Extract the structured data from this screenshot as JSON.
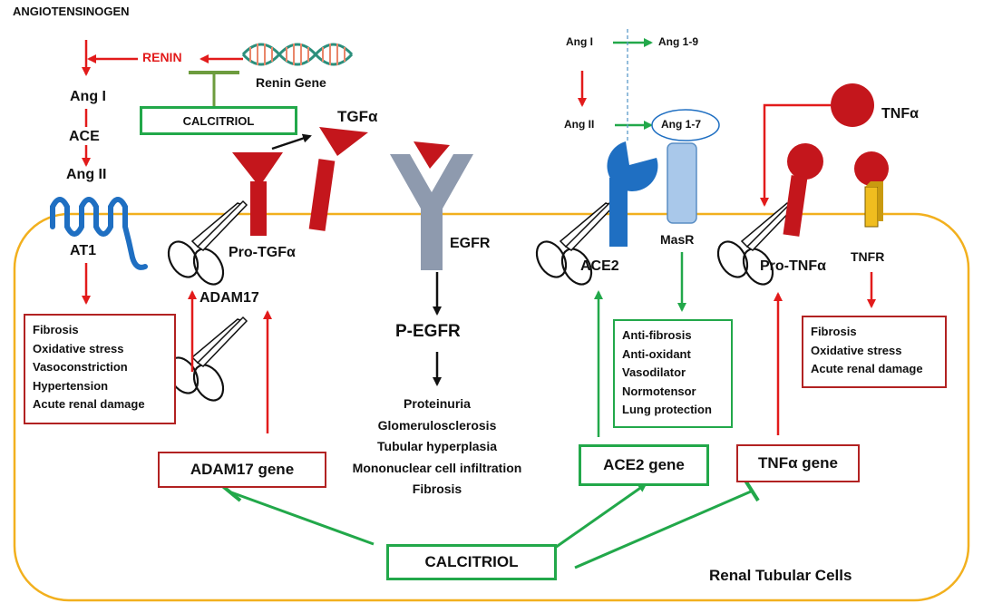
{
  "labels": {
    "angiotensinogen": "ANGIOTENSINOGEN",
    "renin": "RENIN",
    "renin_gene": "Renin Gene",
    "ang_i": "Ang I",
    "ace": "ACE",
    "ang_ii": "Ang II",
    "at1": "AT1",
    "calcitriol_top": "CALCITRIOL",
    "tgf_alpha": "TGFα",
    "pro_tgf_alpha": "Pro-TGFα",
    "adam17": "ADAM17",
    "egfr": "EGFR",
    "p_egfr": "P-EGFR",
    "ang_i_right": "Ang I",
    "ang_1_9": "Ang 1-9",
    "ang_ii_right": "Ang II",
    "ang_1_7": "Ang 1-7",
    "ace2": "ACE2",
    "masr": "MasR",
    "tnf_alpha": "TNFα",
    "pro_tnf_alpha": "Pro-TNFα",
    "tnfr": "TNFR",
    "adam17_gene": "ADAM17 gene",
    "ace2_gene": "ACE2 gene",
    "tnf_gene": "TNFα gene",
    "calcitriol_bottom": "CALCITRIOL",
    "renal_cells": "Renal Tubular Cells"
  },
  "lists": {
    "at1_effects": [
      "Fibrosis",
      "Oxidative stress",
      "Vasoconstriction",
      "Hypertension",
      "Acute renal damage"
    ],
    "egfr_effects": [
      "Proteinuria",
      "Glomerulosclerosis",
      "Tubular hyperplasia",
      "Mononuclear cell infiltration",
      "Fibrosis"
    ],
    "masr_effects": [
      "Anti-fibrosis",
      "Anti-oxidant",
      "Vasodilator",
      "Normotensor",
      "Lung protection"
    ],
    "tnfr_effects": [
      "Fibrosis",
      "Oxidative stress",
      "Acute renal damage"
    ]
  },
  "colors": {
    "red": "#e21b1b",
    "dark_red": "#c4161c",
    "green": "#22a84a",
    "blue": "#1f6fc2",
    "light_blue": "#a9c8ea",
    "gray": "#8e9aae",
    "membrane": "#f2b01e",
    "tnfr_yellow": "#f0bd1f"
  }
}
